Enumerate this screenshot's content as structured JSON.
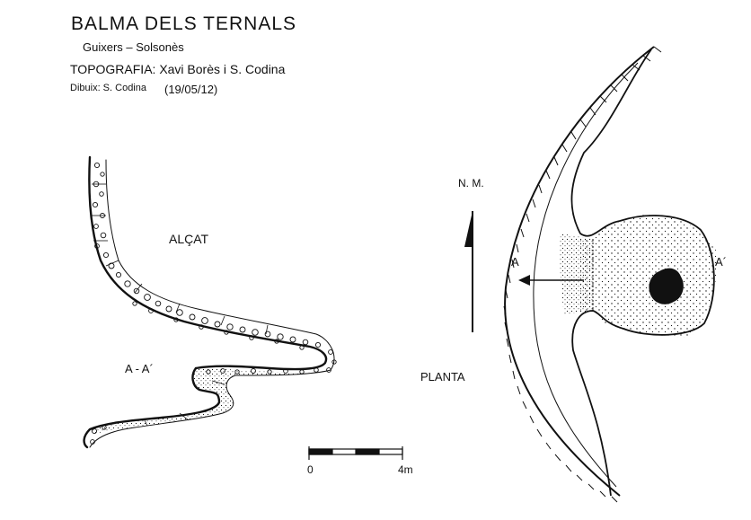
{
  "header": {
    "title": "BALMA DELS TERNALS",
    "subtitle": "Guixers – Solsonès",
    "topography": "TOPOGRAFIA:  Xavi Borès i S. Codina",
    "drawn_by": "Dibuix: S. Codina",
    "date": "(19/05/12)"
  },
  "labels": {
    "elevation": "ALÇAT",
    "section": "A - A´",
    "plan": "PLANTA",
    "north": "N. M.",
    "section_a": "A",
    "section_a_prime": "A´"
  },
  "scale_bar": {
    "start_label": "0",
    "end_label": "4m"
  },
  "colors": {
    "ink": "#111111",
    "paper": "#ffffff"
  }
}
